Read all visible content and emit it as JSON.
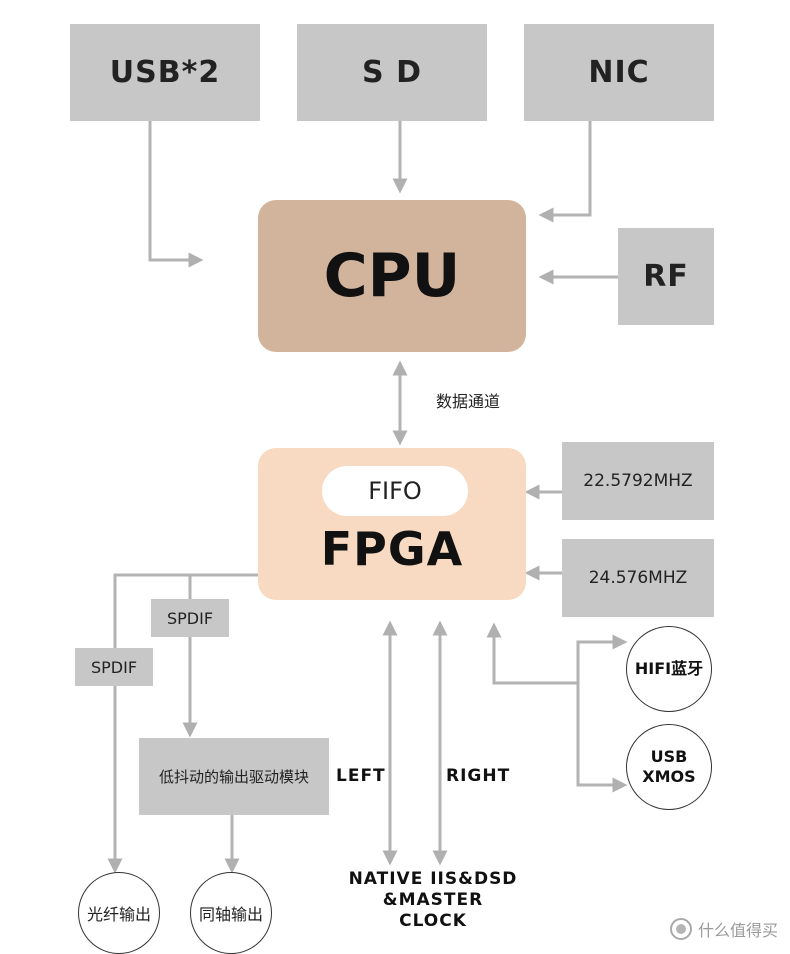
{
  "top": {
    "usb": "USB*2",
    "sd": "S D",
    "nic": "NIC"
  },
  "rf": "RF",
  "cpu": "CPU",
  "data_channel": "数据通道",
  "fpga": {
    "fifo": "FIFO",
    "label": "FPGA"
  },
  "clocks": {
    "c1": "22.5792MHZ",
    "c2": "24.576MHZ"
  },
  "spdif1": "SPDIF",
  "spdif2": "SPDIF",
  "module": "低抖动的输出驱动模块",
  "outputs": {
    "optical": "光纤输出",
    "coax": "同轴输出"
  },
  "channels": {
    "left": "LEFT",
    "right": "RIGHT"
  },
  "bottom_label": {
    "line1": "NATIVE IIS&DSD",
    "line2": "&MASTER CLOCK"
  },
  "hifi": "HIFI蓝牙",
  "usb_xmos": {
    "line1": "USB",
    "line2": "XMOS"
  },
  "watermark": "什么值得买"
}
